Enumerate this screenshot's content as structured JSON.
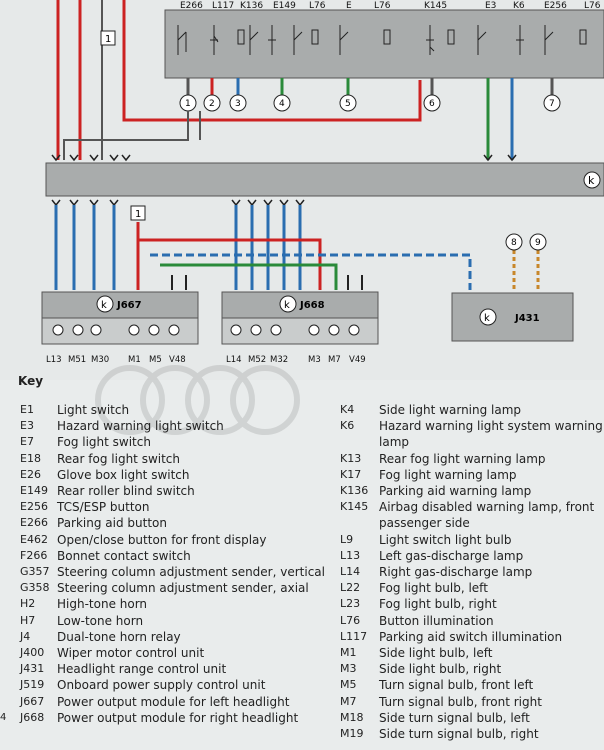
{
  "top_components": [
    "E266",
    "L117",
    "K136",
    "E149",
    "L76",
    "E",
    "L76",
    "K145",
    "E3",
    "K6",
    "E256",
    "L76"
  ],
  "top_pins": [
    "1",
    "2",
    "3",
    "4",
    "5",
    "6",
    "7"
  ],
  "marker_label": "1",
  "bus_symbol": "k",
  "modules": [
    {
      "symbol": "k",
      "name": "J667",
      "outputs": [
        "L13",
        "M51",
        "M30",
        "M1",
        "M5",
        "V48"
      ]
    },
    {
      "symbol": "k",
      "name": "J668",
      "outputs": [
        "L14",
        "M52",
        "M32",
        "M3",
        "M7",
        "V49"
      ]
    },
    {
      "symbol": "k",
      "name": "J431",
      "outputs": []
    }
  ],
  "right_pins": [
    "8",
    "9"
  ],
  "key": {
    "title": "Key",
    "left": [
      {
        "code": "E1",
        "desc": "Light switch"
      },
      {
        "code": "E3",
        "desc": "Hazard warning light switch"
      },
      {
        "code": "E7",
        "desc": "Fog light switch"
      },
      {
        "code": "E18",
        "desc": "Rear fog light switch"
      },
      {
        "code": "E26",
        "desc": "Glove box light switch"
      },
      {
        "code": "E149",
        "desc": "Rear roller blind switch"
      },
      {
        "code": "E256",
        "desc": "TCS/ESP button"
      },
      {
        "code": "E266",
        "desc": "Parking aid button"
      },
      {
        "code": "E462",
        "desc": "Open/close button for front display"
      },
      {
        "code": "F266",
        "desc": "Bonnet contact switch"
      },
      {
        "code": "G357",
        "desc": "Steering column adjustment sender, vertical"
      },
      {
        "code": "G358",
        "desc": "Steering column adjustment sender, axial"
      },
      {
        "code": "H2",
        "desc": "High-tone horn"
      },
      {
        "code": "H7",
        "desc": "Low-tone horn"
      },
      {
        "code": "J4",
        "desc": "Dual-tone horn relay"
      },
      {
        "code": "J400",
        "desc": "Wiper motor control unit"
      },
      {
        "code": "J431",
        "desc": "Headlight range control unit"
      },
      {
        "code": "J519",
        "desc": "Onboard power supply control unit"
      },
      {
        "code": "J667",
        "desc": "Power output module for left headlight"
      },
      {
        "code": "J668",
        "desc": "Power output module for right headlight"
      }
    ],
    "right": [
      {
        "code": "K4",
        "desc": "Side light warning lamp"
      },
      {
        "code": "K6",
        "desc": "Hazard warning light system warning lamp"
      },
      {
        "code": "K13",
        "desc": "Rear fog light warning lamp"
      },
      {
        "code": "K17",
        "desc": "Fog light warning lamp"
      },
      {
        "code": "K136",
        "desc": "Parking aid warning lamp"
      },
      {
        "code": "K145",
        "desc": "Airbag disabled warning lamp, front passenger side"
      },
      {
        "code": "L9",
        "desc": "Light switch light bulb"
      },
      {
        "code": "L13",
        "desc": "Left gas-discharge lamp"
      },
      {
        "code": "L14",
        "desc": "Right gas-discharge lamp"
      },
      {
        "code": "L22",
        "desc": "Fog light bulb, left"
      },
      {
        "code": "L23",
        "desc": "Fog light bulb, right"
      },
      {
        "code": "L76",
        "desc": "Button illumination"
      },
      {
        "code": "L117",
        "desc": "Parking aid switch illumination"
      },
      {
        "code": "M1",
        "desc": "Side light bulb, left"
      },
      {
        "code": "M3",
        "desc": "Side light bulb, right"
      },
      {
        "code": "M5",
        "desc": "Turn signal bulb, front left"
      },
      {
        "code": "M7",
        "desc": "Turn signal bulb, front right"
      },
      {
        "code": "M18",
        "desc": "Side turn signal bulb, left"
      },
      {
        "code": "M19",
        "desc": "Side turn signal bulb, right"
      }
    ]
  },
  "page_mark": "4"
}
